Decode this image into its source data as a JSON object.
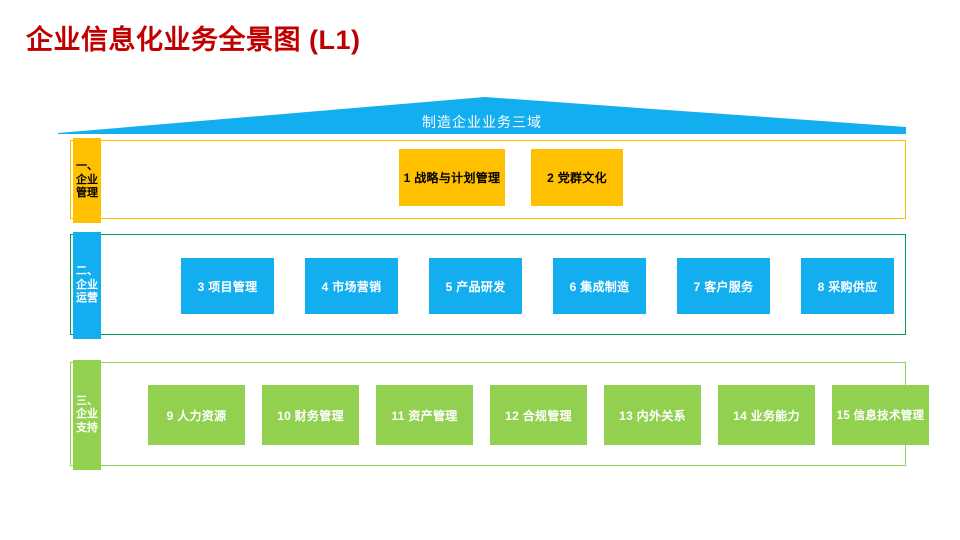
{
  "slide": {
    "title": "企业信息化业务全景图 (L1)",
    "title_color": "#C00000",
    "background": "#FFFFFF"
  },
  "roof": {
    "label": "制造企业业务三域",
    "color": "#12AEEF",
    "text_color": "#FFFFFF",
    "shape": "triangle-banner"
  },
  "palette": {
    "yellow": "#FFC000",
    "blue": "#12AEEF",
    "green": "#92D050",
    "row2_border": "#00A050",
    "row3_border": "#92D050"
  },
  "rows": [
    {
      "id": "row-1",
      "tab": {
        "lines": [
          "一、",
          "企业",
          "管理"
        ],
        "color": "#FFC000",
        "text_color": "#000000"
      },
      "border_color": "#FFC000",
      "box_style": "box-yellow",
      "items": [
        {
          "number": "1",
          "label": "1 战略与计划管理"
        },
        {
          "number": "2",
          "label": "2 党群文化"
        }
      ]
    },
    {
      "id": "row-2",
      "tab": {
        "lines": [
          "二、",
          "企业",
          "运营"
        ],
        "color": "#12AEEF",
        "text_color": "#FFFFFF"
      },
      "border_color": "#00A050",
      "box_style": "box-blue",
      "items": [
        {
          "number": "3",
          "label": "3 项目管理"
        },
        {
          "number": "4",
          "label": "4 市场营销"
        },
        {
          "number": "5",
          "label": "5 产品研发"
        },
        {
          "number": "6",
          "label": "6 集成制造"
        },
        {
          "number": "7",
          "label": "7 客户服务"
        },
        {
          "number": "8",
          "label": "8 采购供应"
        }
      ]
    },
    {
      "id": "row-3",
      "tab": {
        "lines": [
          "三、",
          "企业",
          "支持"
        ],
        "color": "#92D050",
        "text_color": "#FFFFFF"
      },
      "border_color": "#92D050",
      "box_style": "box-green",
      "items": [
        {
          "number": "9",
          "label": "9 人力资源"
        },
        {
          "number": "10",
          "label": "10 财务管理"
        },
        {
          "number": "11",
          "label": "11 资产管理"
        },
        {
          "number": "12",
          "label": "12 合规管理"
        },
        {
          "number": "13",
          "label": "13 内外关系"
        },
        {
          "number": "14",
          "label": "14 业务能力"
        },
        {
          "number": "15",
          "label": "15 信息技术管理"
        }
      ]
    }
  ]
}
